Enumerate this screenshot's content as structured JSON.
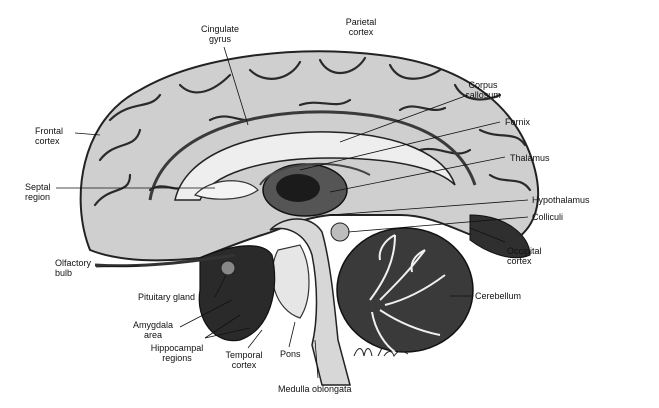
{
  "labels": {
    "cingulate_gyrus": "Cingulate gyrus",
    "parietal_cortex": "Parietal cortex",
    "corpus_callosum": "Corpus callosum",
    "fornix": "Fornix",
    "frontal_cortex": "Frontal cortex",
    "thalamus": "Thalamus",
    "septal_region": "Septal region",
    "hypothalamus": "Hypothalamus",
    "colliculi": "Colliculi",
    "olfactory_bulb": "Olfactory bulb",
    "occipital_cortex": "Occipital cortex",
    "pituitary_gland": "Pituitary gland",
    "cerebellum": "Cerebellum",
    "amygdala_area": "Amygdala area",
    "hippocampal_regions": "Hippocampal regions",
    "temporal_cortex": "Temporal cortex",
    "pons": "Pons",
    "medulla_oblongata": "Medulla oblongata"
  },
  "colors": {
    "ink": "#111111",
    "shade_dark": "#2a2a2a",
    "shade_mid": "#7a7a7a",
    "shade_light": "#d8d8d8",
    "background": "#ffffff"
  }
}
